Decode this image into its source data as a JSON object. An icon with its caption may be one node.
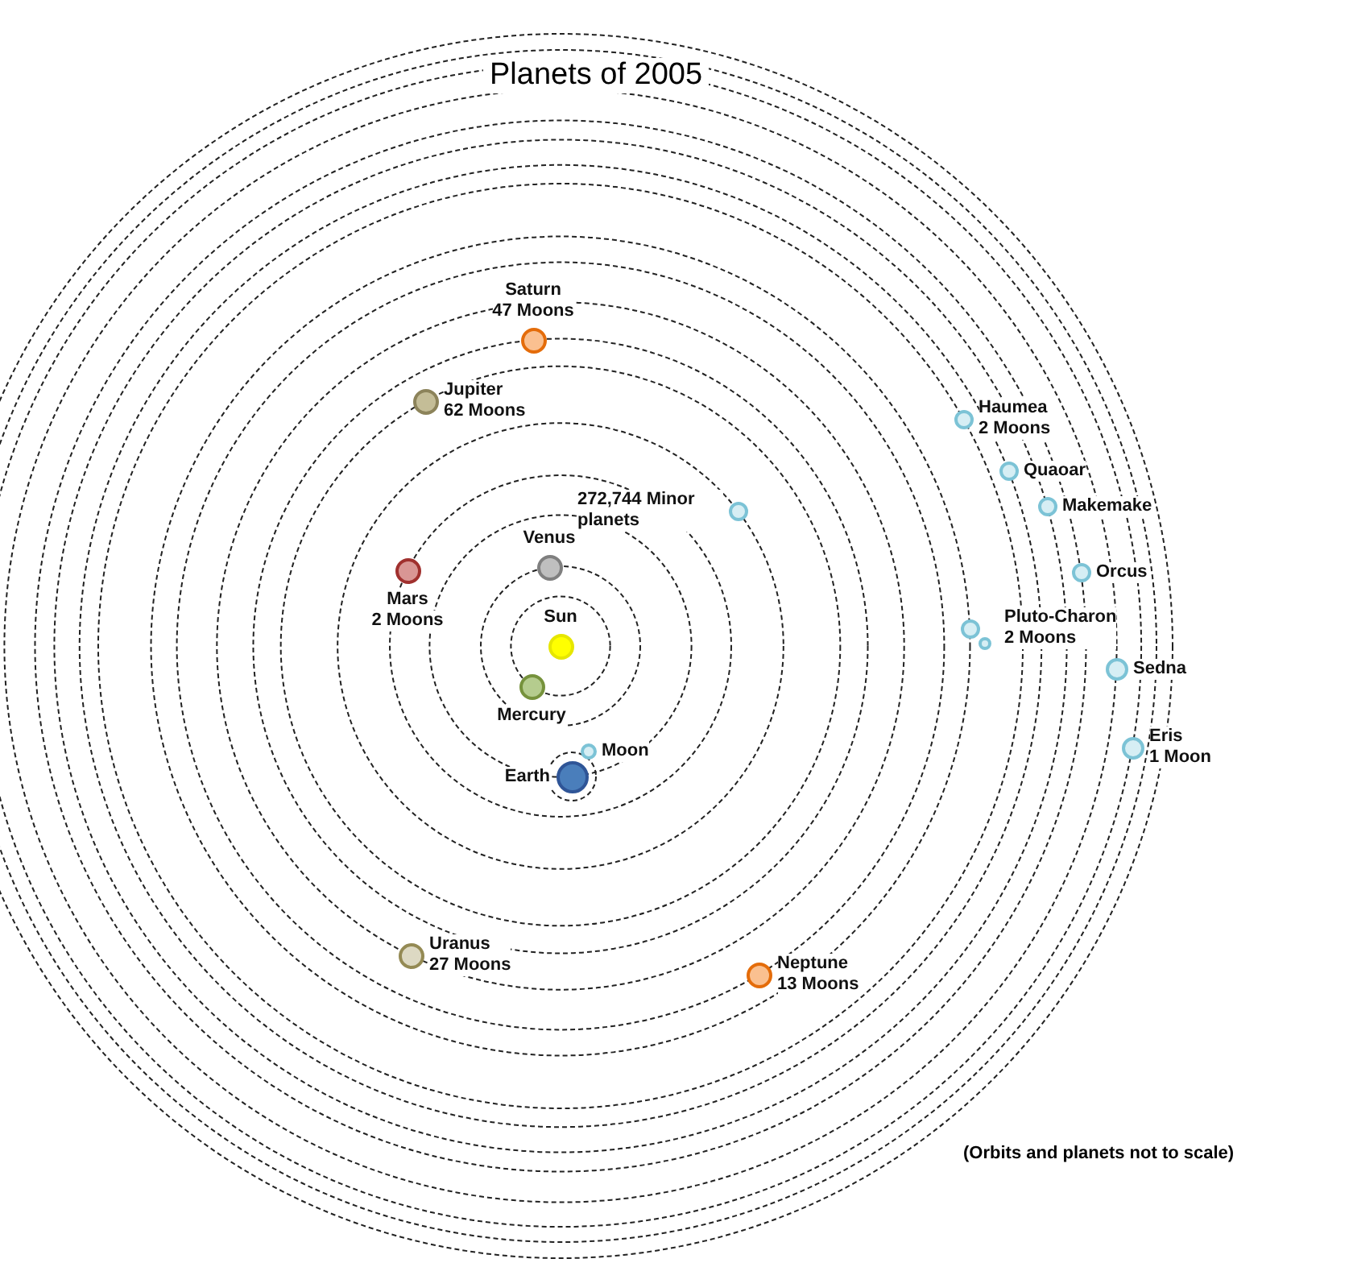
{
  "diagram": {
    "title": "Planets of 2005",
    "caption": "(Orbits and planets not to scale)",
    "nodes": [
      {
        "text": [
          "Sun"
        ]
      },
      {
        "text": [
          "Mercury"
        ]
      },
      {
        "text": [
          "Venus"
        ]
      },
      {
        "text": [
          "Earth"
        ]
      },
      {
        "text": [
          "Moon"
        ]
      },
      {
        "text": [
          "Mars",
          "2 Moons"
        ]
      },
      {
        "text": [
          "272,744 Minor planets"
        ]
      },
      {
        "text": [
          "Jupiter",
          "62 Moons"
        ]
      },
      {
        "text": [
          "Saturn",
          "47 Moons"
        ]
      },
      {
        "text": [
          "Uranus",
          "27 Moons"
        ]
      },
      {
        "text": [
          "Neptune",
          "13 Moons"
        ]
      },
      {
        "text": [
          "Haumea",
          "2 Moons"
        ]
      },
      {
        "text": [
          "Quaoar"
        ]
      },
      {
        "text": [
          "Makemake"
        ]
      },
      {
        "text": [
          "Orcus"
        ]
      },
      {
        "text": [
          "Pluto-Charon",
          "2 Moons"
        ]
      },
      {
        "text": [
          "Sedna"
        ]
      },
      {
        "text": [
          "Eris",
          "1 Moon"
        ]
      }
    ]
  }
}
